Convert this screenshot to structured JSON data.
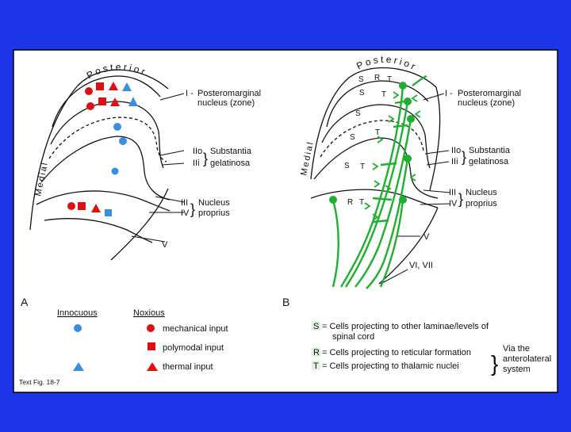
{
  "colors": {
    "background": "#1f36e8",
    "panel": "#ffffff",
    "ink": "#111111",
    "red": "#e01010",
    "blue": "#3a8ee0",
    "green": "#20b030"
  },
  "panel_a": {
    "posterior_label": "Posterior",
    "medial_label": "Medial",
    "lamina_i_numeral": "I -",
    "lamina_i_line1": "Posteromarginal",
    "lamina_i_line2": "nucleus (zone)",
    "lamina_iio_numeral": "IIo",
    "lamina_iii_numeral": "IIi",
    "substantia_line1": "Substantia",
    "substantia_line2": "gelatinosa",
    "lamina_iii": "III",
    "lamina_iv": "IV",
    "nucleus_line1": "Nucleus",
    "nucleus_line2": "proprius",
    "lamina_v": "V",
    "letter": "A"
  },
  "panel_b": {
    "posterior_label": "Posterior",
    "medial_label": "Medial",
    "lamina_i_numeral": "I -",
    "lamina_i_line1": "Posteromarginal",
    "lamina_i_line2": "nucleus (zone)",
    "lamina_iio_numeral": "IIo",
    "lamina_iii_numeral": "IIi",
    "substantia_line1": "Substantia",
    "substantia_line2": "gelatinosa",
    "lamina_iii": "III",
    "lamina_iv": "IV",
    "nucleus_line1": "Nucleus",
    "nucleus_line2": "proprius",
    "lamina_v": "V",
    "lamina_vi_vii": "VI, VII",
    "letter": "B",
    "cell_labels": {
      "s": "S",
      "r": "R",
      "t": "T"
    }
  },
  "legend_a": {
    "innocuous": "Innocuous",
    "noxious": "Noxious",
    "mechanical": "mechanical input",
    "polymodal": "polymodal input",
    "thermal": "thermal input"
  },
  "legend_b": {
    "s_letter": "S",
    "s_text_line1": "= Cells projecting to other laminae/levels of",
    "s_text_line2": "spinal cord",
    "r_letter": "R",
    "r_text": "= Cells projecting to reticular formation",
    "t_letter": "T",
    "t_text": "= Cells projecting to thalamic nuclei",
    "via_line1": "Via the",
    "via_line2": "anterolateral",
    "via_line3": "system"
  },
  "caption": "Text Fig. 18-7"
}
